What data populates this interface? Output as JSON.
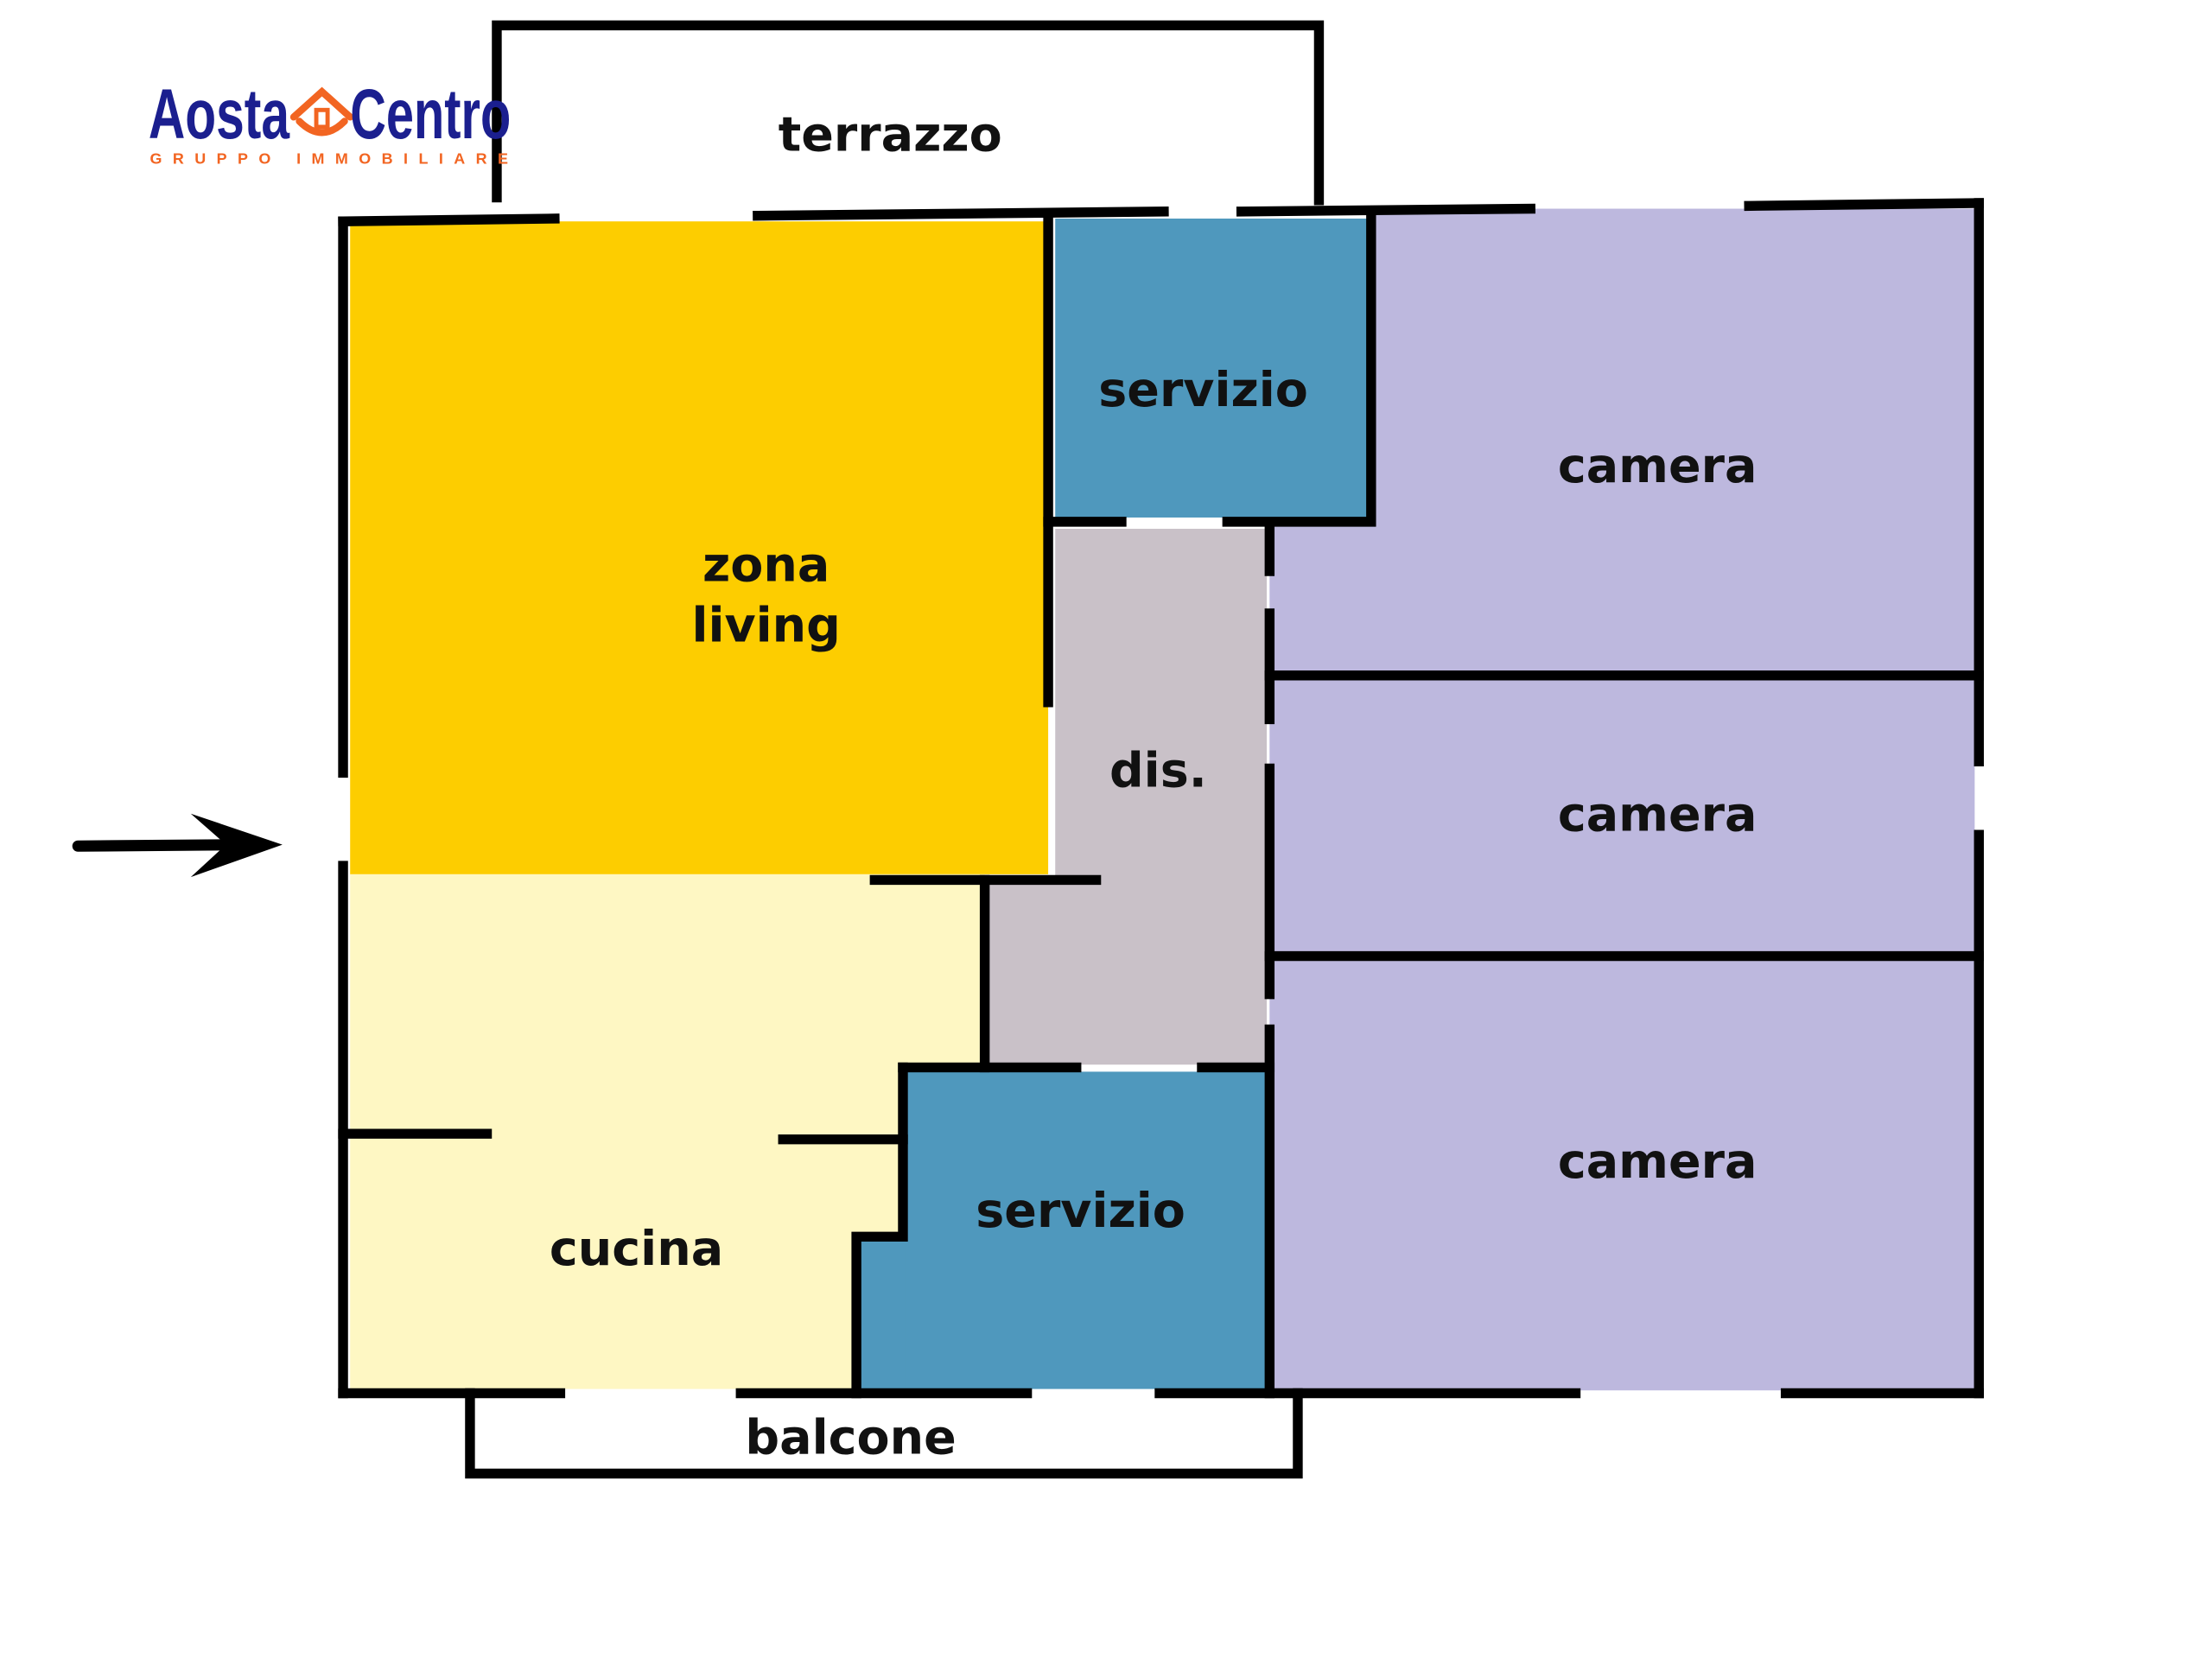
{
  "logo": {
    "brand_left": "Aosta",
    "brand_right": "Centro",
    "tagline": "GRUPPO IMMOBILIARE"
  },
  "rooms": {
    "terrazzo": "terrazzo",
    "zona_living_line1": "zona",
    "zona_living_line2": "living",
    "servizio_top": "servizio",
    "dis": "dis.",
    "cucina": "cucina",
    "servizio_bottom": "servizio",
    "camera_1": "camera",
    "camera_2": "camera",
    "camera_3": "camera",
    "balcone": "balcone"
  },
  "colors": {
    "living": "#fdcd00",
    "kitchen": "#fef7c3",
    "bathroom": "#4f98bd",
    "hall": "#c9c1c8",
    "bedroom": "#bdb8de",
    "logo_blue": "#1b1f8f",
    "logo_orange": "#f26522"
  }
}
